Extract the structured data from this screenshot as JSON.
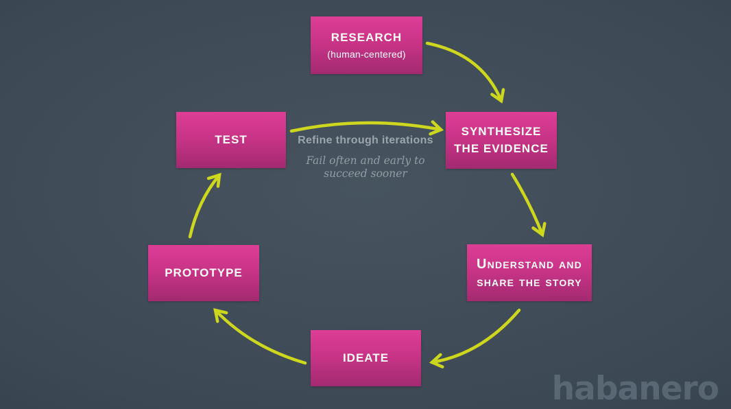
{
  "nodes": [
    {
      "id": "research",
      "label": "RESEARCH",
      "sublabel": "(human-centered)"
    },
    {
      "id": "synthesize",
      "label": "SYNTHESIZE THE EVIDENCE"
    },
    {
      "id": "understand",
      "label": "Understand and share the story"
    },
    {
      "id": "ideate",
      "label": "IDEATE"
    },
    {
      "id": "prototype",
      "label": "PROTOTYPE"
    },
    {
      "id": "test",
      "label": "TEST"
    }
  ],
  "arrows": [
    {
      "from": "research",
      "to": "synthesize"
    },
    {
      "from": "synthesize",
      "to": "understand"
    },
    {
      "from": "understand",
      "to": "ideate"
    },
    {
      "from": "ideate",
      "to": "prototype"
    },
    {
      "from": "prototype",
      "to": "test"
    },
    {
      "from": "test",
      "to": "synthesize"
    }
  ],
  "center_note": {
    "line1": "Refine through iterations",
    "line2": "Fail often and early to succeed sooner"
  },
  "watermark": "habanero",
  "colors": {
    "arrow": "#ccd71e",
    "node_gradient_top": "#dd3e95",
    "node_gradient_bottom": "#a22a70",
    "node_text": "#ffffff",
    "background_center": "#47545f",
    "background_edge": "#2d3842",
    "center_note_text": "#9ba5ab"
  }
}
